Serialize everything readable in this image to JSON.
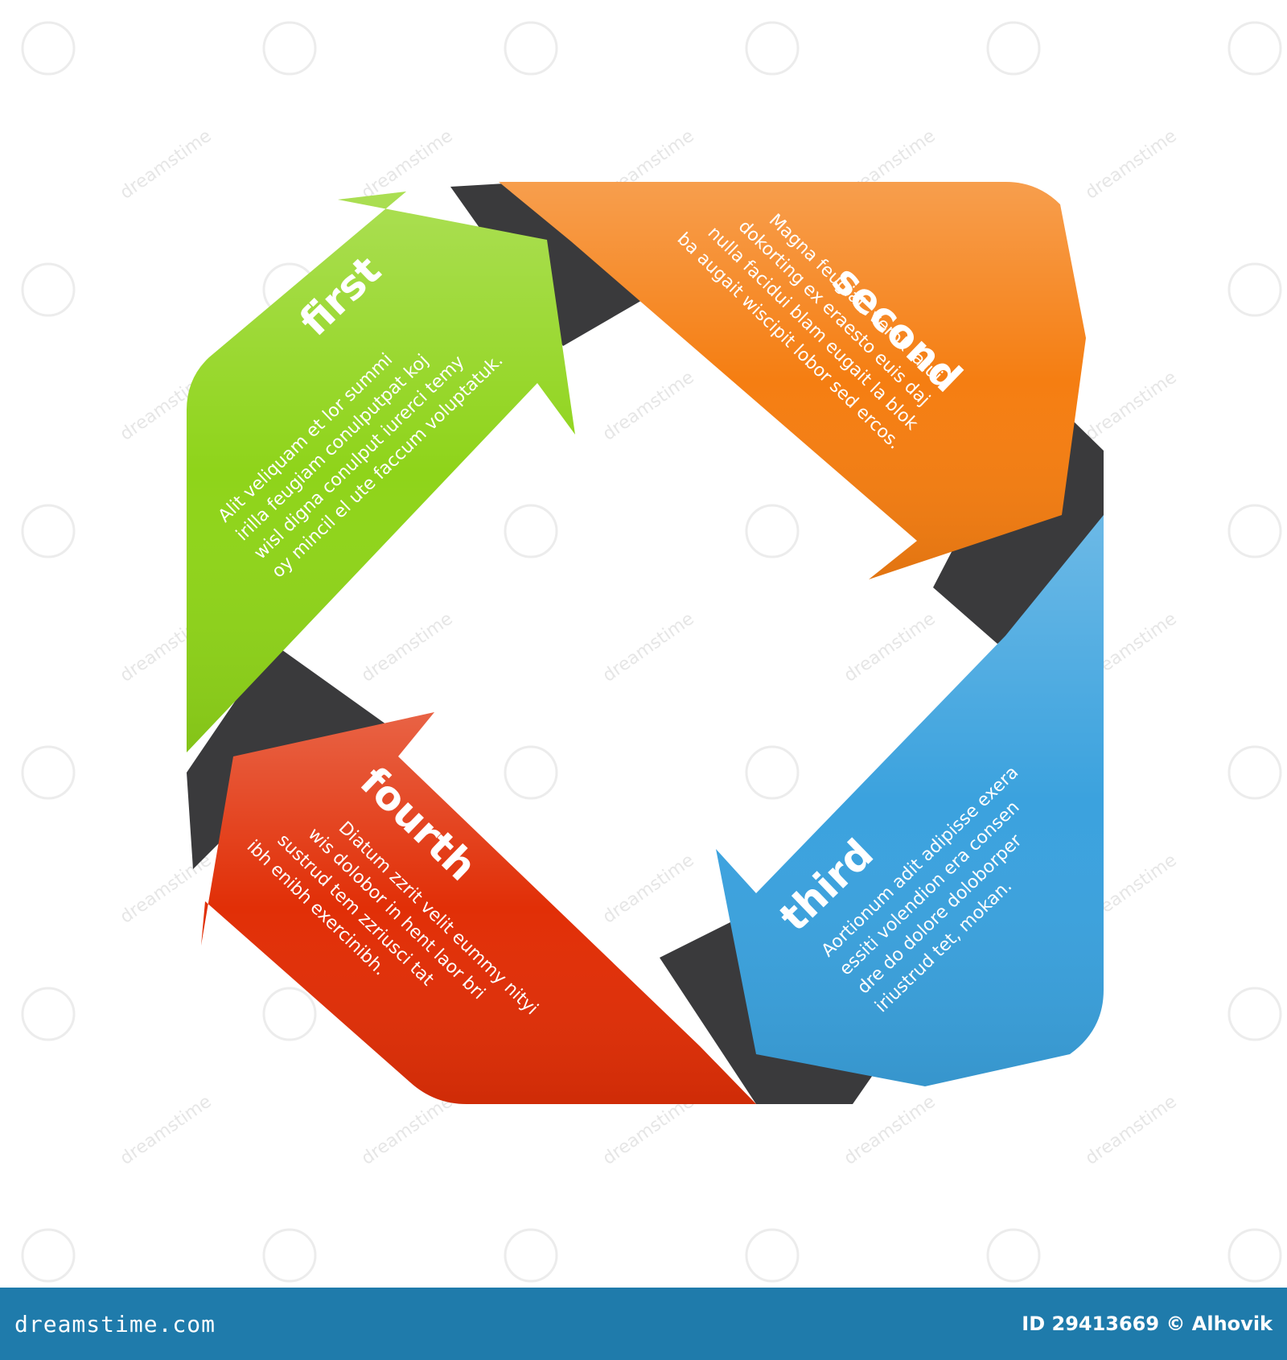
{
  "steps": [
    {
      "title": "first",
      "color": "#8fd41a",
      "lines": [
        "Alit veliquam et lor summi",
        "irilla feugiam conulputpat koj",
        "wisl digna conulput iurerci temy",
        "oy mincil el ute faccum voluptatuk."
      ]
    },
    {
      "title": "second",
      "color": "#f57e12",
      "lines": [
        "Magna feugiat, verok latui",
        "dokorting ex eraesto euis daj",
        "nulla facidui blam eugait la blok",
        "ba augait wiscipit lobor sed ercos."
      ]
    },
    {
      "title": "third",
      "color": "#3ba2de",
      "lines": [
        "Aortionum adit adipisse exera",
        "essiti volendion era consen",
        "dre do dolore doloborper",
        "iriustrud tet,  mokan."
      ]
    },
    {
      "title": "fourth",
      "color": "#e12f07",
      "lines": [
        "Diatum zzrit velit eummy nityi",
        "wis dolobor in hent laor bri",
        "sustrud tem zzriusci tat",
        "ibh enibh exercinibh."
      ]
    }
  ],
  "ribbon_dark": "#3a3a3c",
  "watermark": "dreamstime",
  "footer": {
    "brand": "dreamstime.com",
    "credit": "ID 29413669 © Alhovik",
    "background": "#1f7bab"
  }
}
